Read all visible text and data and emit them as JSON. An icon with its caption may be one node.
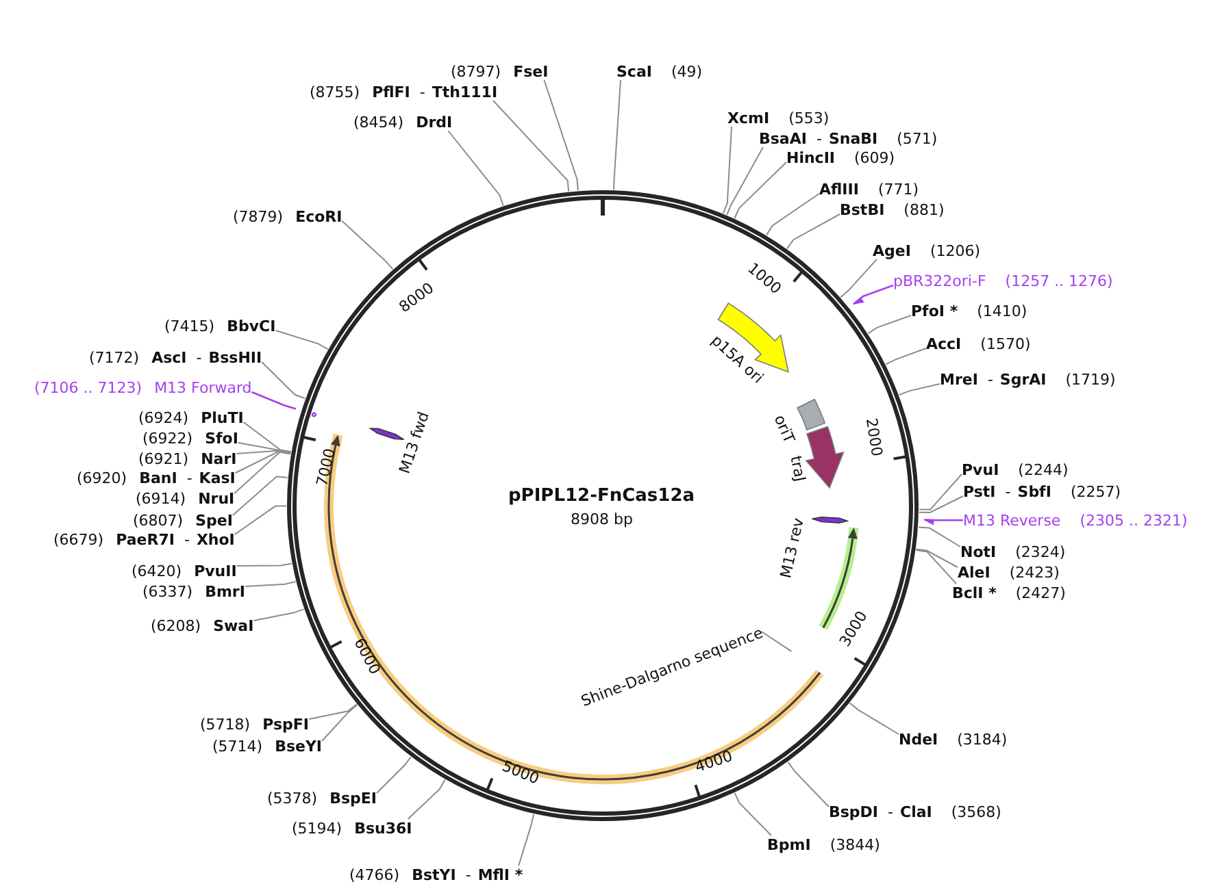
{
  "diagram": {
    "title": "pPIPL12-FnCas12a",
    "nodes": [
      {
        "text": [
          "ScaI",
          "(49)"
        ]
      },
      {
        "text": [
          "XcmI",
          "(553)"
        ]
      },
      {
        "text": [
          "BsaAI",
          "-",
          "SnaBI",
          "(571)"
        ]
      },
      {
        "text": [
          "HincII",
          "(609)"
        ]
      },
      {
        "text": [
          "AflIII",
          "(771)"
        ]
      },
      {
        "text": [
          "BstBI",
          "(881)"
        ]
      },
      {
        "text": [
          "AgeI",
          "(1206)"
        ]
      },
      {
        "text": [
          "pBR322ori-F",
          "(1257 .. 1276)"
        ]
      },
      {
        "text": [
          "PfoI *",
          "(1410)"
        ]
      },
      {
        "text": [
          "AccI",
          "(1570)"
        ]
      },
      {
        "text": [
          "MreI",
          "-",
          "SgrAI",
          "(1719)"
        ]
      },
      {
        "text": [
          "PvuI",
          "(2244)"
        ]
      },
      {
        "text": [
          "PstI",
          "-",
          "SbfI",
          "(2257)"
        ]
      },
      {
        "text": [
          "M13 Reverse",
          "(2305 .. 2321)"
        ]
      },
      {
        "text": [
          "NotI",
          "(2324)"
        ]
      },
      {
        "text": [
          "AleI",
          "(2423)"
        ]
      },
      {
        "text": [
          "BclI *",
          "(2427)"
        ]
      },
      {
        "text": [
          "Shine-Dalgarno sequence"
        ]
      },
      {
        "text": [
          "NdeI",
          "(3184)"
        ]
      },
      {
        "text": [
          "BspDI",
          "-",
          "ClaI",
          "(3568)"
        ]
      },
      {
        "text": [
          "BpmI",
          "(3844)"
        ]
      },
      {
        "text": [
          "(4766)",
          "BstYI",
          "-",
          "MflI *"
        ]
      },
      {
        "text": [
          "(5194)",
          "Bsu36I"
        ]
      },
      {
        "text": [
          "(5378)",
          "BspEI"
        ]
      },
      {
        "text": [
          "(5714)",
          "BseYI"
        ]
      },
      {
        "text": [
          "(5718)",
          "PspFI"
        ]
      },
      {
        "text": [
          "(6208)",
          "SwaI"
        ]
      },
      {
        "text": [
          "(6337)",
          "BmrI"
        ]
      },
      {
        "text": [
          "(6420)",
          "PvuII"
        ]
      },
      {
        "text": [
          "(6679)",
          "PaeR7I",
          "-",
          "XhoI"
        ]
      },
      {
        "text": [
          "(6807)",
          "SpeI"
        ]
      },
      {
        "text": [
          "(6914)",
          "NruI"
        ]
      },
      {
        "text": [
          "(6920)",
          "BanI",
          "-",
          "KasI"
        ]
      },
      {
        "text": [
          "(6921)",
          "NarI"
        ]
      },
      {
        "text": [
          "(6922)",
          "SfoI"
        ]
      },
      {
        "text": [
          "(6924)",
          "PluTI"
        ]
      },
      {
        "text": [
          "(7106 .. 7123)",
          "M13 Forward"
        ]
      },
      {
        "text": [
          "(7172)",
          "AscI",
          "-",
          "BssHII"
        ]
      },
      {
        "text": [
          "(7415)",
          "BbvCI"
        ]
      },
      {
        "text": [
          "(7879)",
          "EcoRI"
        ]
      },
      {
        "text": [
          "(8454)",
          "DrdI"
        ]
      },
      {
        "text": [
          "(8755)",
          "PflFI",
          "-",
          "Tth111I"
        ]
      },
      {
        "text": [
          "(8797)",
          "FseI"
        ]
      }
    ],
    "edges": [
      {
        "from": 0,
        "to": null,
        "arrow": "none"
      },
      {
        "from": 1,
        "to": null,
        "arrow": "none"
      },
      {
        "from": 2,
        "to": null,
        "arrow": "none"
      },
      {
        "from": 3,
        "to": null,
        "arrow": "none"
      },
      {
        "from": 4,
        "to": null,
        "arrow": "none"
      },
      {
        "from": 5,
        "to": null,
        "arrow": "none"
      },
      {
        "from": 6,
        "to": null,
        "arrow": "none"
      },
      {
        "from": 7,
        "to": null,
        "arrow": "to",
        "color": "#a53fef"
      },
      {
        "from": 8,
        "to": null,
        "arrow": "none"
      },
      {
        "from": 9,
        "to": null,
        "arrow": "none"
      },
      {
        "from": 10,
        "to": null,
        "arrow": "none"
      },
      {
        "from": 11,
        "to": null,
        "arrow": "none"
      },
      {
        "from": 12,
        "to": null,
        "arrow": "none"
      },
      {
        "from": 13,
        "to": null,
        "arrow": "to",
        "color": "#a53fef"
      },
      {
        "from": 14,
        "to": null,
        "arrow": "none"
      },
      {
        "from": 15,
        "to": null,
        "arrow": "none"
      },
      {
        "from": 16,
        "to": null,
        "arrow": "none"
      },
      {
        "from": 17,
        "to": null,
        "arrow": "none"
      },
      {
        "from": 18,
        "to": null,
        "arrow": "none"
      },
      {
        "from": 19,
        "to": null,
        "arrow": "none"
      },
      {
        "from": 20,
        "to": null,
        "arrow": "none"
      },
      {
        "from": 21,
        "to": null,
        "arrow": "none"
      },
      {
        "from": 22,
        "to": null,
        "arrow": "none"
      },
      {
        "from": 23,
        "to": null,
        "arrow": "none"
      },
      {
        "from": 24,
        "to": null,
        "arrow": "none"
      },
      {
        "from": 25,
        "to": null,
        "arrow": "none"
      },
      {
        "from": 26,
        "to": null,
        "arrow": "none"
      },
      {
        "from": 27,
        "to": null,
        "arrow": "none"
      },
      {
        "from": 28,
        "to": null,
        "arrow": "none"
      },
      {
        "from": 29,
        "to": null,
        "arrow": "none"
      },
      {
        "from": 30,
        "to": null,
        "arrow": "none"
      },
      {
        "from": 31,
        "to": null,
        "arrow": "none"
      },
      {
        "from": 32,
        "to": null,
        "arrow": "none"
      },
      {
        "from": 33,
        "to": null,
        "arrow": "none"
      },
      {
        "from": 34,
        "to": null,
        "arrow": "none"
      },
      {
        "from": 35,
        "to": null,
        "arrow": "none"
      },
      {
        "from": 36,
        "to": null,
        "arrow": "none",
        "color": "#a53fef"
      },
      {
        "from": 37,
        "to": null,
        "arrow": "none"
      },
      {
        "from": 38,
        "to": null,
        "arrow": "none"
      },
      {
        "from": 39,
        "to": null,
        "arrow": "none"
      },
      {
        "from": 40,
        "to": null,
        "arrow": "none"
      },
      {
        "from": 41,
        "to": null,
        "arrow": "none"
      },
      {
        "from": 42,
        "to": null,
        "arrow": "none"
      }
    ],
    "labels": [
      "8908 bp",
      "1000",
      "p15A ori",
      "oriT",
      "traJ",
      "2000",
      "M13 rev",
      "3000",
      "4000",
      "5000",
      "6000",
      "7000",
      "M13 fwd",
      "8000"
    ]
  }
}
